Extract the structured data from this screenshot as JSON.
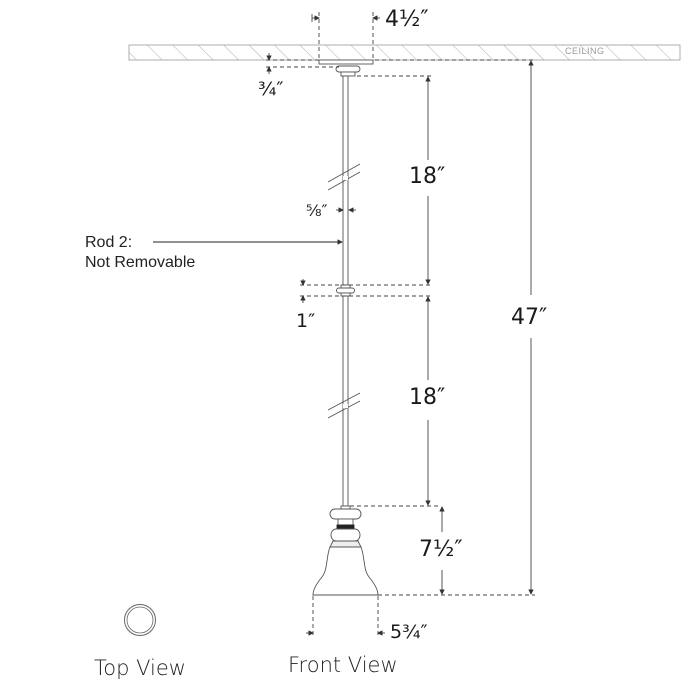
{
  "drawing": {
    "ceiling_label": "CEILING",
    "dimensions": {
      "canopy_width": "4½″",
      "canopy_height": "¾″",
      "rod_1_length": "18″",
      "rod_diameter": "⅝″",
      "coupling_height": "1″",
      "rod_2_length": "18″",
      "shade_height": "7½″",
      "overall_height": "47″",
      "shade_width": "5¾″"
    },
    "callout": {
      "line1": "Rod 2:",
      "line2": "Not Removable"
    },
    "views": {
      "top": "Top View",
      "front": "Front View"
    },
    "colors": {
      "line": "#555555",
      "dim_line": "#444444",
      "text": "#1a1a1a",
      "ceiling_hatch": "#9a9a9a",
      "band": "#222222"
    }
  }
}
